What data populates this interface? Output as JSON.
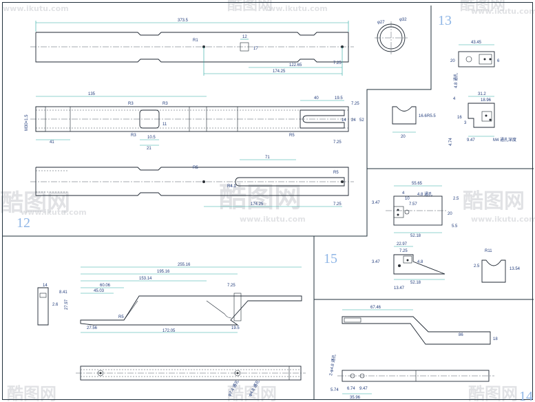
{
  "sheet": {
    "panels": [
      {
        "id": "12",
        "label": "12"
      },
      {
        "id": "13",
        "label": "13"
      },
      {
        "id": "14",
        "label": "14"
      },
      {
        "id": "15",
        "label": "15"
      }
    ]
  },
  "watermark": {
    "brand": "酷图网",
    "url": "www.ikutu.com"
  },
  "top_part": {
    "dims": [
      "373.5",
      "12",
      "17",
      "7.25",
      "122.65",
      "174.25",
      "R1"
    ]
  },
  "side_part": {
    "dims": [
      "135",
      "M30×1.5",
      "41",
      "R3",
      "R3",
      "10.5",
      "21",
      "11",
      "40",
      "19.5",
      "7.25",
      "14",
      "24",
      "52",
      "R3",
      "R5",
      "7.25"
    ]
  },
  "bottom_part": {
    "dims": [
      "71",
      "R5",
      "R5",
      "R4.1",
      "174.25",
      "7.25"
    ]
  },
  "ring": {
    "dims": [
      "φ27",
      "φ32"
    ]
  },
  "block13": {
    "dims": [
      "43.45",
      "20",
      "6",
      "4.8 通孔",
      "31.2",
      "18.96",
      "4",
      "16",
      "3",
      "4.74",
      "9.47",
      "M4 通孔深度"
    ]
  },
  "saddle": {
    "dims": [
      "20",
      "16.6",
      "R5.5"
    ]
  },
  "part15a": {
    "dims": [
      "55.65",
      "4",
      "10",
      "7.57",
      "3.47",
      "4.8 通孔",
      "52.18",
      "20",
      "2.5",
      "5.5"
    ]
  },
  "part15b": {
    "dims": [
      "22.97",
      "7.25",
      "4.8",
      "3.47",
      "52.18",
      "13.47",
      "R11",
      "2.5",
      "13.54"
    ]
  },
  "arm": {
    "dims": [
      "255.16",
      "195.16",
      "153.14",
      "60.06",
      "45.03",
      "7.25",
      "14",
      "8.41",
      "2.6",
      "27.97",
      "27.56",
      "172.05",
      "19.5",
      "R5"
    ]
  },
  "rail": {
    "dims": [
      "φ7.4 通孔",
      "φ4.8 通孔"
    ]
  },
  "bar14": {
    "dims": [
      "67.46",
      "86",
      "18",
      "2-φ4.8 通孔",
      "6.74",
      "9.47",
      "5.74",
      "35.96"
    ]
  }
}
